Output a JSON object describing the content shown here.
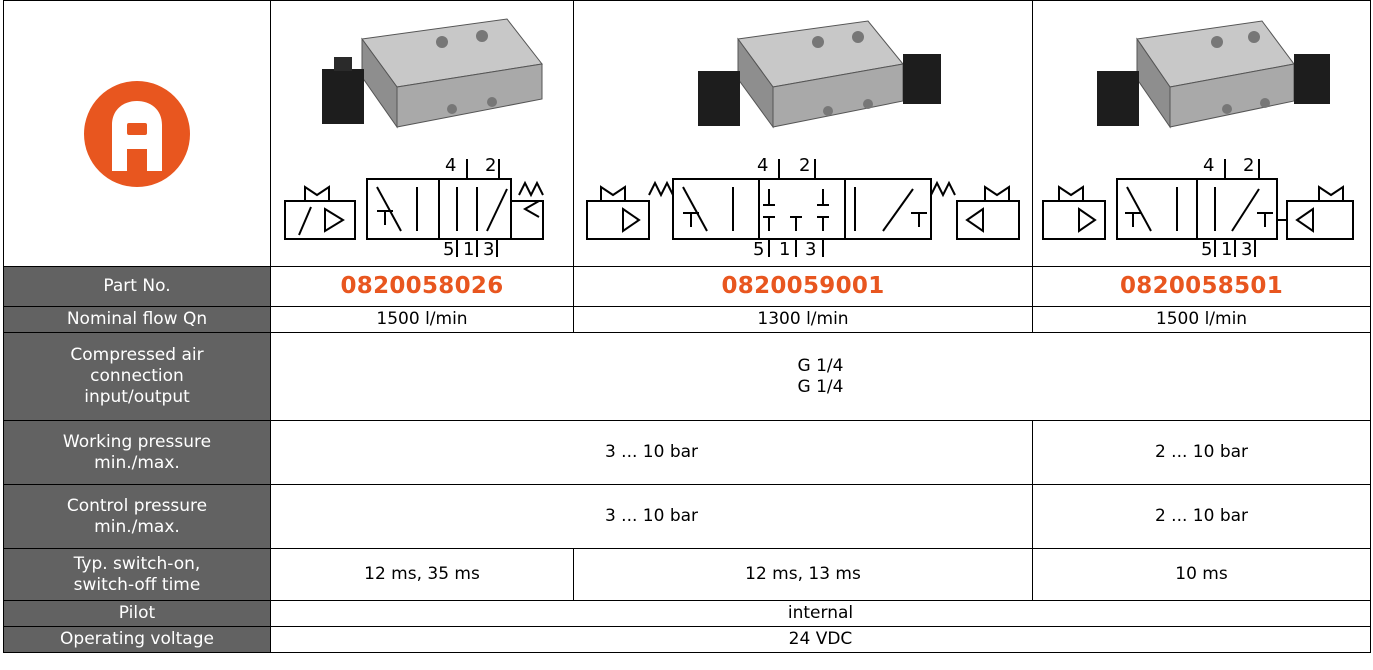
{
  "brand": {
    "logo_icon": "parts-logo-icon",
    "accent_color": "#e8561f"
  },
  "products": [
    {
      "part_no": "0820058026",
      "photo_icon": "valve-single-solenoid-photo",
      "symbol_icon": "valve-5-2-symbol-icon",
      "ports_top": [
        "4",
        "2"
      ],
      "ports_bottom": [
        "5",
        "1",
        "3"
      ]
    },
    {
      "part_no": "0820059001",
      "photo_icon": "valve-double-solenoid-photo",
      "symbol_icon": "valve-5-3-symbol-icon",
      "ports_top": [
        "4",
        "2"
      ],
      "ports_bottom": [
        "5",
        "1",
        "3"
      ]
    },
    {
      "part_no": "0820058501",
      "photo_icon": "valve-double-solenoid-photo",
      "symbol_icon": "valve-5-2-symbol-icon",
      "ports_top": [
        "4",
        "2"
      ],
      "ports_bottom": [
        "5",
        "1",
        "3"
      ]
    }
  ],
  "labels": {
    "part_no": "Part No.",
    "nominal_flow": "Nominal flow Qn",
    "air_connection": [
      "Compressed air",
      "connection",
      "input/output"
    ],
    "working_pressure": [
      "Working pressure",
      "min./max."
    ],
    "control_pressure": [
      "Control pressure",
      "min./max."
    ],
    "switch_time": [
      "Typ. switch-on,",
      "switch-off time"
    ],
    "pilot": "Pilot",
    "voltage": "Operating voltage"
  },
  "values": {
    "nominal_flow": [
      "1500 l/min",
      "1300 l/min",
      "1500 l/min"
    ],
    "air_connection": [
      "G 1/4",
      "G 1/4"
    ],
    "working_pressure": [
      "3 ... 10 bar",
      "2 ... 10 bar"
    ],
    "control_pressure": [
      "3 ... 10 bar",
      "2 ... 10 bar"
    ],
    "switch_time": [
      "12 ms, 35 ms",
      "12 ms, 13 ms",
      "10 ms"
    ],
    "pilot": "internal",
    "voltage": "24 VDC"
  }
}
